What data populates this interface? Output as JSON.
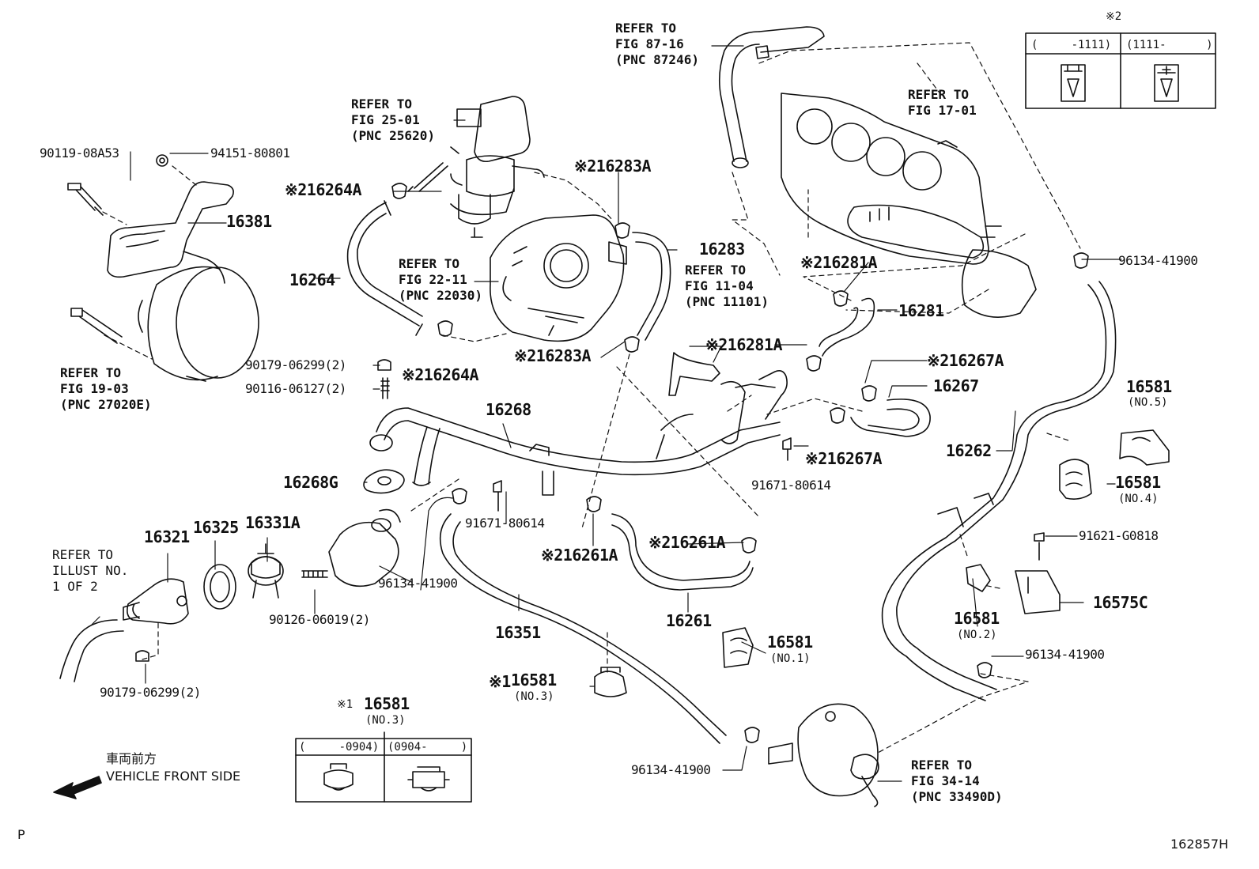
{
  "part_numbers": {
    "p16381": "16381",
    "p16264": "16264",
    "p16268": "16268",
    "p16268g": "16268G",
    "p16283": "16283",
    "p16281": "16281",
    "p16267": "16267",
    "p16262": "16262",
    "p16321": "16321",
    "p16325": "16325",
    "p16331a": "16331A",
    "p16351": "16351",
    "p16261": "16261",
    "p16575c": "16575C",
    "p16581_no1": "16581",
    "p16581_no2": "16581",
    "p16581_no3": "16581",
    "p16581_no4": "16581",
    "p16581_no5": "16581",
    "p16581_box": "16581"
  },
  "marked_parts": {
    "m16264a_top": "※216264A",
    "m16264a_bot": "※216264A",
    "m16283a_top": "※216283A",
    "m16283a_bot": "※216283A",
    "m16281a_top": "※216281A",
    "m16281a_bot": "※216281A",
    "m16267a_top": "※216267A",
    "m16267a_bot": "※216267A",
    "m16261a_left": "※216261A",
    "m16261a_right": "※216261A",
    "m16581_no3": "※1"
  },
  "fastener_numbers": {
    "f90119": "90119-08A53",
    "f94151": "94151-80801",
    "f90179_a": "90179-06299(2)",
    "f90116": "90116-06127(2)",
    "f90179_b": "90179-06299(2)",
    "f90126": "90126-06019(2)",
    "f91671_a": "91671-80614",
    "f91671_b": "91671-80614",
    "f91621": "91621-G0818",
    "f96134_a": "96134-41900",
    "f96134_b": "96134-41900",
    "f96134_c": "96134-41900",
    "f96134_d": "96134-41900"
  },
  "sub_labels": {
    "no1": "(NO.1)",
    "no2": "(NO.2)",
    "no3": "(NO.3)",
    "no4": "(NO.4)",
    "no5": "(NO.5)",
    "box_no3": "(NO.3)"
  },
  "references": {
    "r87": "REFER TO\nFIG 87-16\n(PNC 87246)",
    "r25": "REFER TO\nFIG 25-01\n(PNC 25620)",
    "r17": "REFER TO\nFIG 17-01",
    "r22": "REFER TO\nFIG 22-11\n(PNC 22030)",
    "r11": "REFER TO\nFIG 11-04\n(PNC 11101)",
    "r19": "REFER TO\nFIG 19-03\n(PNC 27020E)",
    "r34": "REFER TO\nFIG 34-14\n(PNC 33490D)",
    "rillust": "REFER TO\nILLUST NO.\n1 OF 2"
  },
  "inset_top": {
    "mark": "※2",
    "col1": "(     -1111)",
    "col2": "(1111-      )"
  },
  "inset_bottom": {
    "mark": "※1",
    "part": "16581",
    "sub": "(NO.3)",
    "col1": "(     -0904)",
    "col2": "(0904-     )"
  },
  "direction": {
    "jp": "車両前方",
    "en": "VEHICLE FRONT SIDE"
  },
  "corner": {
    "left": "P",
    "code": "162857H"
  }
}
